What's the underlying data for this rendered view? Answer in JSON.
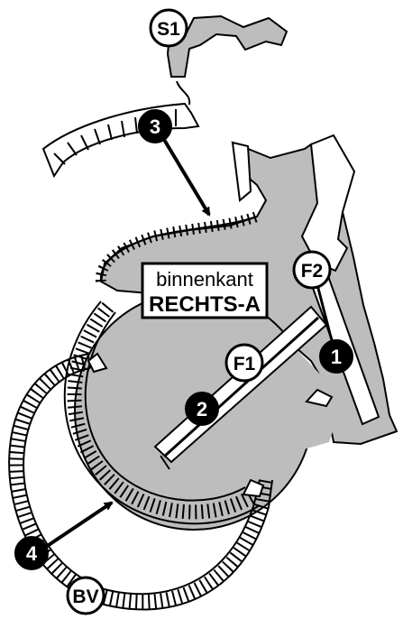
{
  "label": {
    "line1": "binnenkant",
    "line2": "RECHTS-A"
  },
  "markers": {
    "s1": "S1",
    "f1": "F1",
    "f2": "F2",
    "bv": "BV",
    "step1": "1",
    "step2": "2",
    "step3": "3",
    "step4": "4"
  },
  "colors": {
    "fill_gray": "#bdbdbd",
    "stroke": "#000000",
    "background": "#ffffff"
  }
}
